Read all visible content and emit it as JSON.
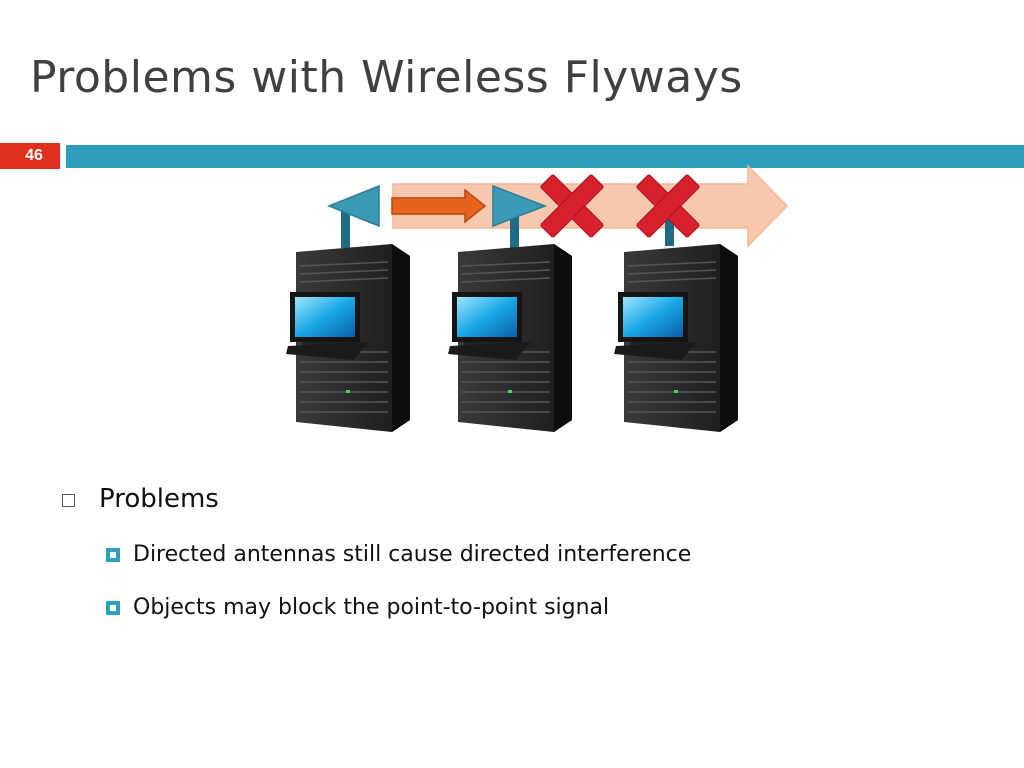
{
  "slide": {
    "title": "Problems with Wireless Flyways",
    "page_number": "46"
  },
  "colors": {
    "accent_bar": "#2e9fbd",
    "page_badge": "#e32f1d",
    "flyway_band": "#f7c2a6",
    "signal_arrow": "#e8641e",
    "antenna": "#3b9bb6",
    "block_mark": "#d9212e"
  },
  "bullets": {
    "heading": "Problems",
    "items": [
      "Directed antennas still cause directed interference",
      "Objects may block the point-to-point signal"
    ]
  },
  "diagram": {
    "server_racks": 3,
    "icons": [
      "server-rack-icon",
      "directional-antenna-icon",
      "signal-arrow-icon",
      "blocked-x-icon"
    ]
  }
}
